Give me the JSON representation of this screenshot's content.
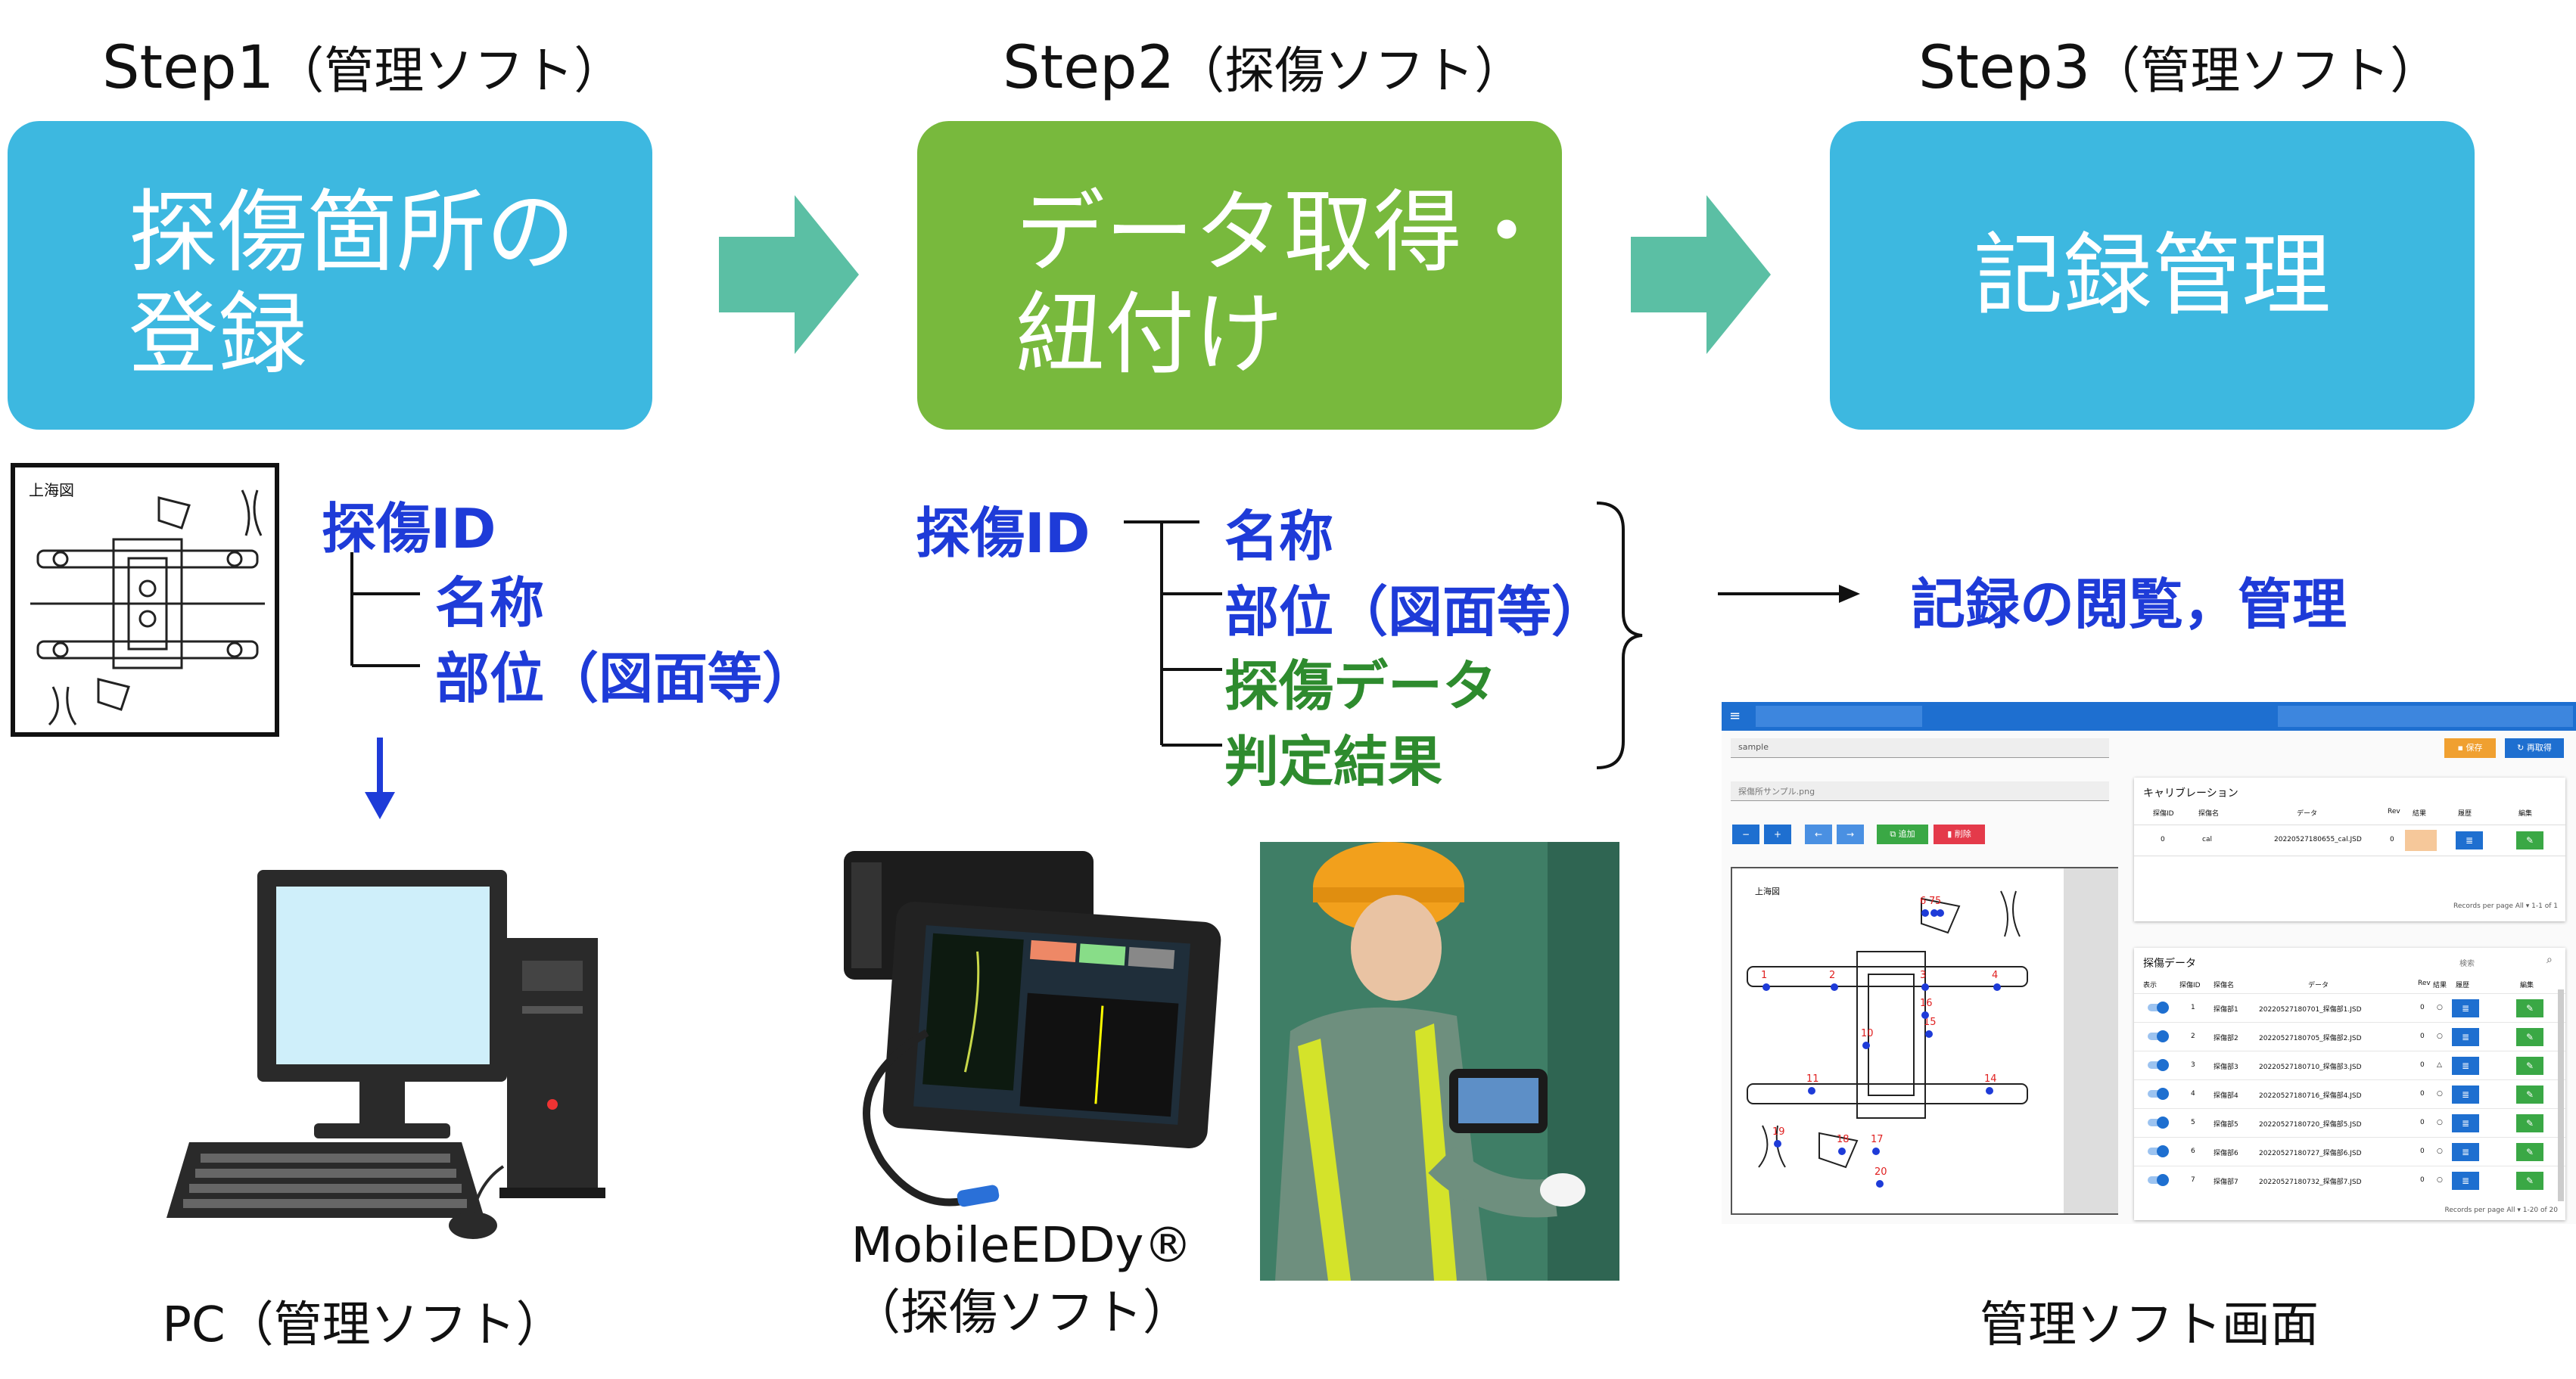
{
  "steps": [
    {
      "title": "Step1",
      "paren": "（管理ソフト）",
      "box_line1": "探傷箇所の",
      "box_line2": "登録",
      "color": "#3db8e0"
    },
    {
      "title": "Step2",
      "paren": "（探傷ソフト）",
      "box_line1": "データ取得・",
      "box_line2": "紐付け",
      "color": "#78b93d"
    },
    {
      "title": "Step3",
      "paren": "（管理ソフト）",
      "box_line1": "記録管理",
      "box_line2": "",
      "color": "#3db8e0"
    }
  ],
  "arrow_color": "#5bbfa4",
  "step1": {
    "id": "探傷ID",
    "items": [
      "名称",
      "部位（図面等）"
    ],
    "drawing_label": "上海図",
    "caption": "PC（管理ソフト）"
  },
  "step2": {
    "id": "探傷ID",
    "items": [
      "名称",
      "部位（図面等）",
      "探傷データ",
      "判定結果"
    ],
    "device_caption_line1": "MobileEDDy®",
    "device_caption_line2": "（探傷ソフト）"
  },
  "step3": {
    "label": "記録の閲覧，管理",
    "caption": "管理ソフト画面",
    "screen": {
      "name_field": "sample",
      "image_field": "探傷所サンプル.png",
      "drawing_label": "上海図",
      "buttons": {
        "save": "保存",
        "reload": "再取得",
        "add": "追加",
        "delete": "削除"
      },
      "calibration": {
        "title": "キャリブレーション",
        "headers": [
          "探傷ID",
          "探傷名",
          "データ",
          "Rev",
          "結果",
          "履歴",
          "編集"
        ],
        "row": [
          "0",
          "cal",
          "20220527180655_cal.JSD",
          "0"
        ],
        "footer": "Records per page  All  ▾   1-1 of 1"
      },
      "inspection": {
        "title": "探傷データ",
        "search": "検索",
        "headers": [
          "表示",
          "探傷ID",
          "探傷名",
          "データ",
          "Rev",
          "結果",
          "履歴",
          "編集"
        ],
        "rows": [
          [
            "1",
            "探傷部1",
            "20220527180701_探傷部1.JSD",
            "0",
            "○"
          ],
          [
            "2",
            "探傷部2",
            "20220527180705_探傷部2.JSD",
            "0",
            "○"
          ],
          [
            "3",
            "探傷部3",
            "20220527180710_探傷部3.JSD",
            "0",
            "△"
          ],
          [
            "4",
            "探傷部4",
            "20220527180716_探傷部4.JSD",
            "0",
            "○"
          ],
          [
            "5",
            "探傷部5",
            "20220527180720_探傷部5.JSD",
            "0",
            "○"
          ],
          [
            "6",
            "探傷部6",
            "20220527180727_探傷部6.JSD",
            "0",
            "○"
          ],
          [
            "7",
            "探傷部7",
            "20220527180732_探傷部7.JSD",
            "0",
            "○"
          ]
        ],
        "footer": "Records per page  All  ▾   1-20 of 20"
      },
      "markers": [
        "1",
        "2",
        "3",
        "4",
        "5",
        "6",
        "7",
        "10",
        "11",
        "14",
        "15",
        "16",
        "17",
        "18",
        "19",
        "20"
      ]
    }
  }
}
